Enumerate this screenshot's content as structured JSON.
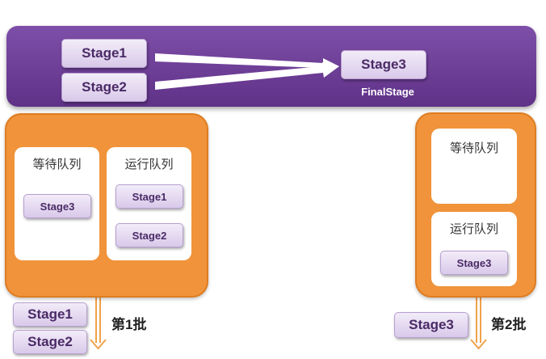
{
  "top": {
    "sources": [
      "Stage1",
      "Stage2"
    ],
    "target": "Stage3",
    "target_caption": "FinalStage"
  },
  "left_panel": {
    "waiting": {
      "title": "等待队列",
      "items": [
        "Stage3"
      ]
    },
    "running": {
      "title": "运行队列",
      "items": [
        "Stage1",
        "Stage2"
      ]
    },
    "output": [
      "Stage1",
      "Stage2"
    ],
    "batch_label": "第1批"
  },
  "right_panel": {
    "waiting": {
      "title": "等待队列",
      "items": []
    },
    "running": {
      "title": "运行队列",
      "items": [
        "Stage3"
      ]
    },
    "output": [
      "Stage3"
    ],
    "batch_label": "第2批"
  },
  "colors": {
    "band": "#6b3a96",
    "panel": "#f0933a",
    "stage_fill": "#e6dcf1",
    "stage_text": "#4a2a66"
  }
}
